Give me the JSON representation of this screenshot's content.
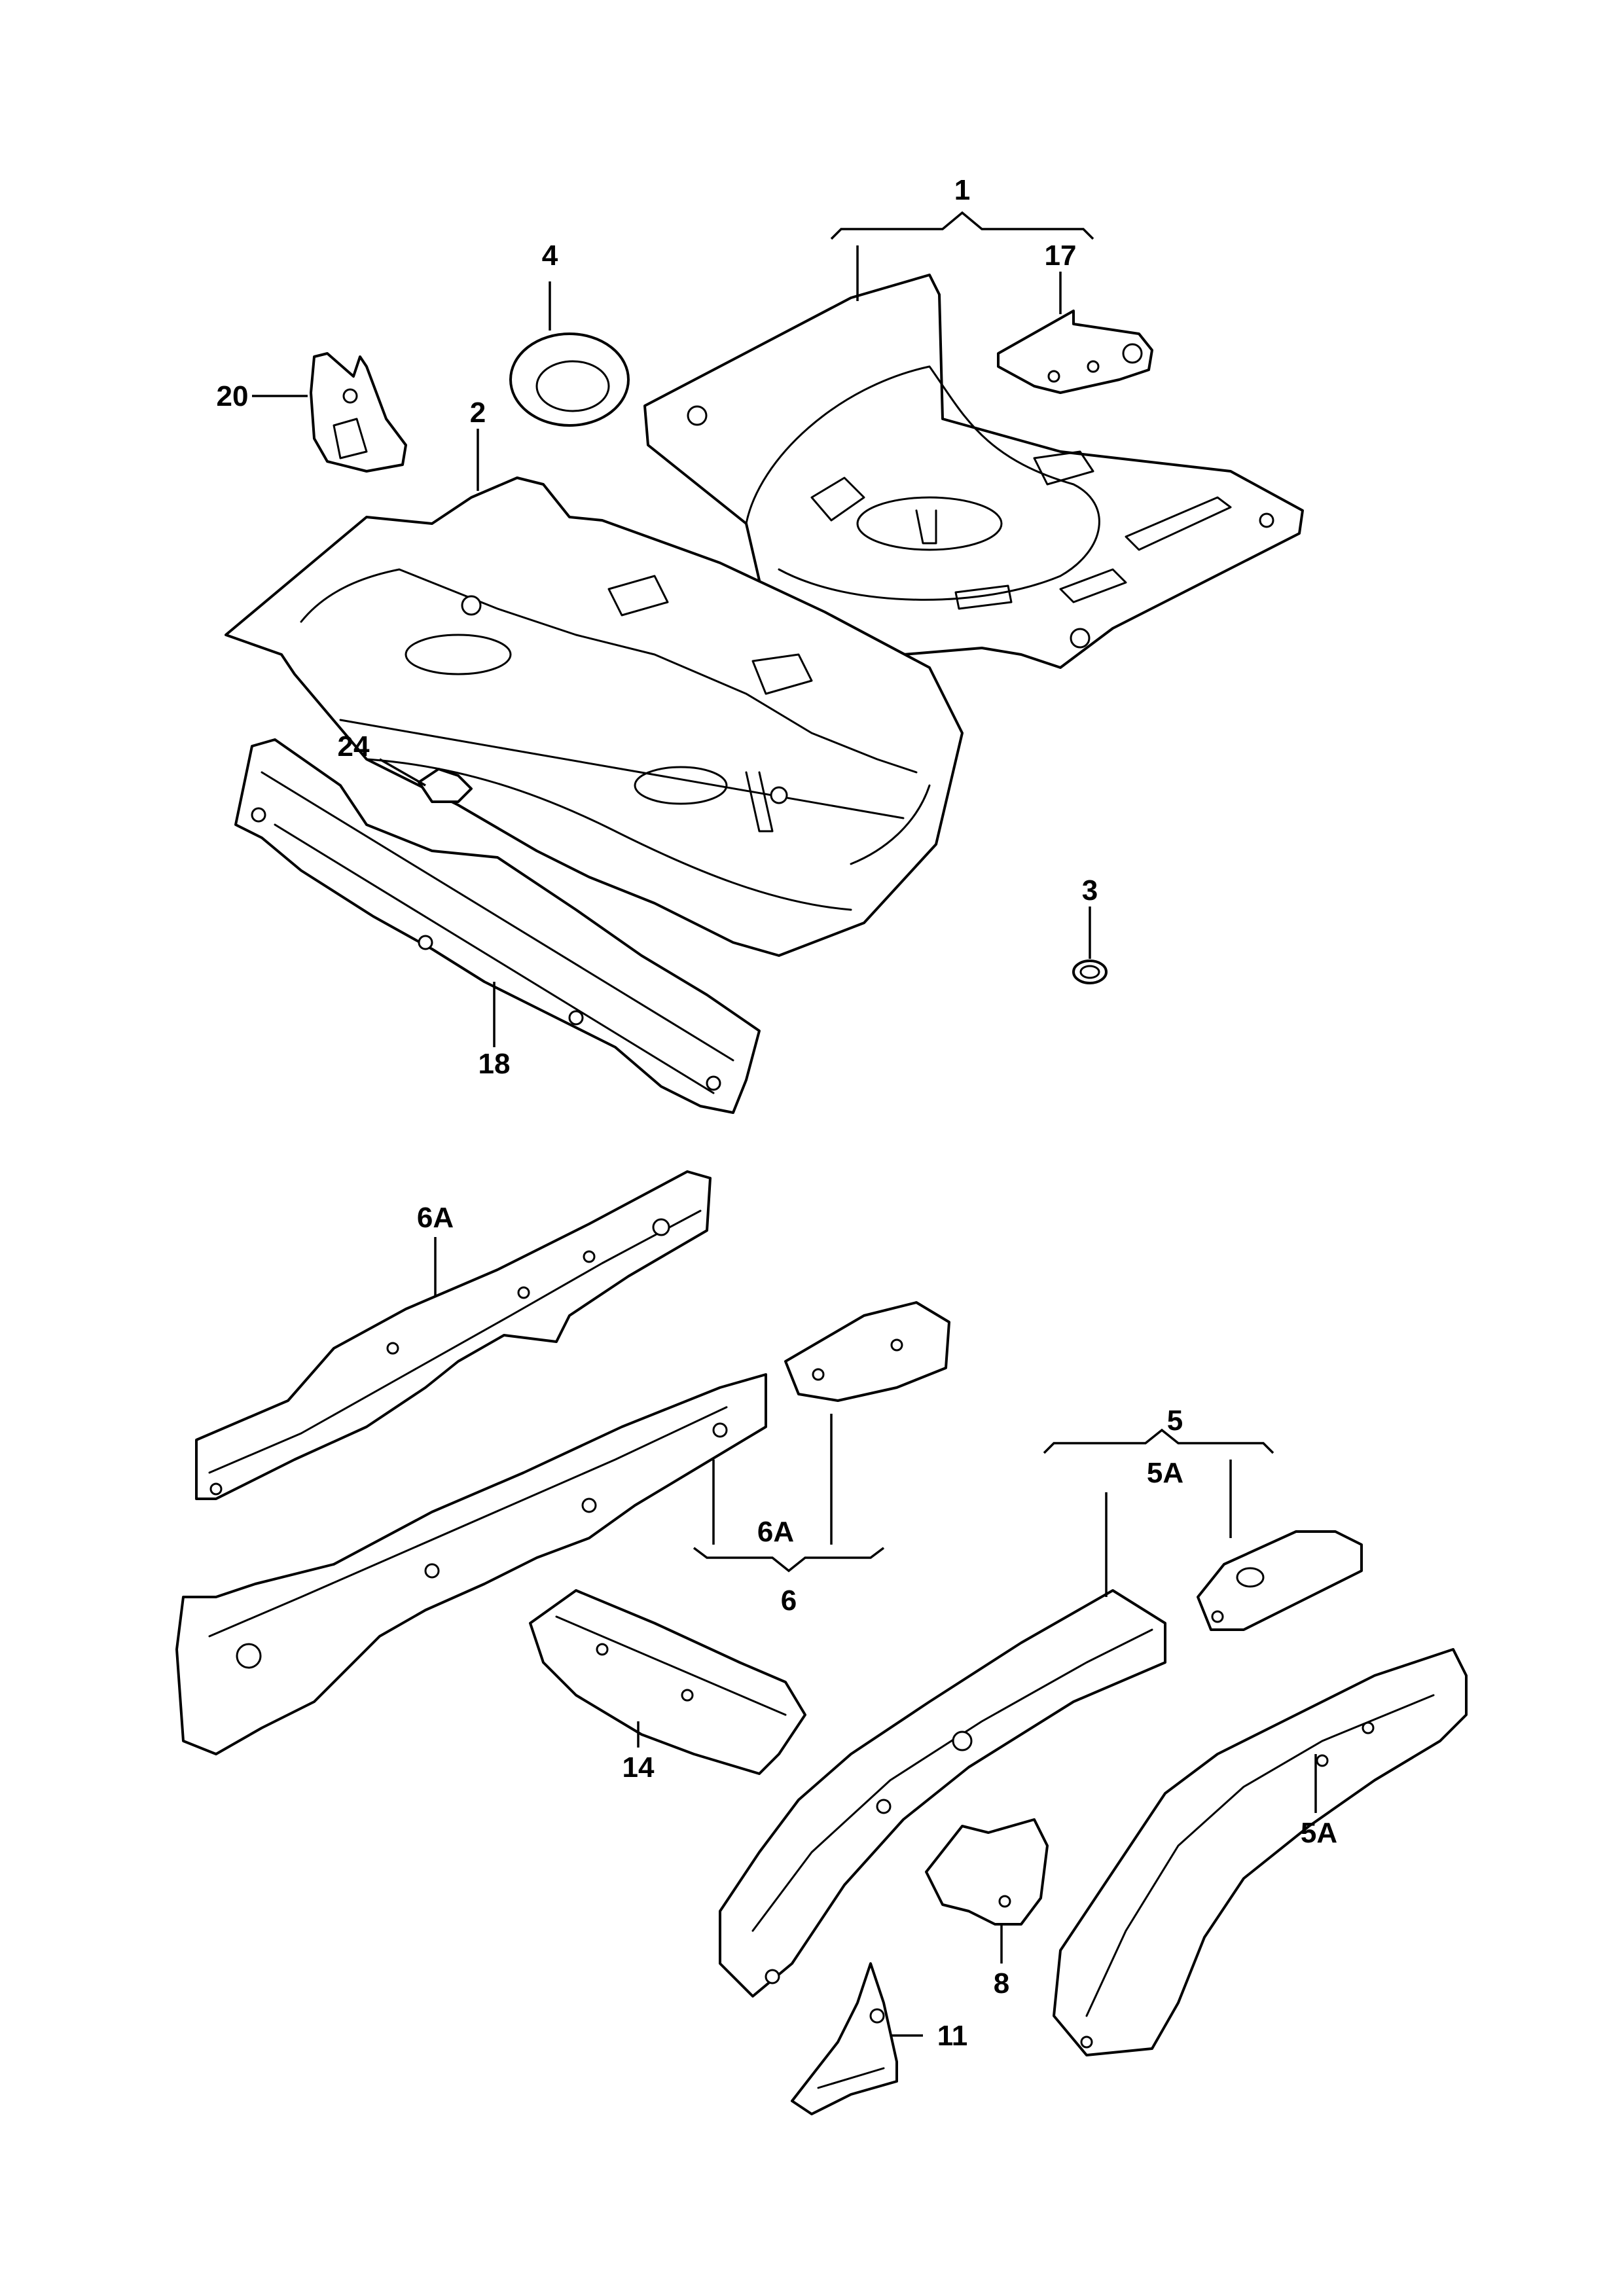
{
  "callouts": {
    "c1": "1",
    "c2": "2",
    "c3": "3",
    "c4": "4",
    "c5": "5",
    "c5a_top": "5A",
    "c5a_right": "5A",
    "c6": "6",
    "c6a_top": "6A",
    "c6a_bottom": "6A",
    "c8": "8",
    "c11": "11",
    "c14": "14",
    "c17": "17",
    "c18": "18",
    "c20": "20",
    "c24": "24"
  },
  "colors": {
    "line": "#000000",
    "background": "#ffffff"
  }
}
